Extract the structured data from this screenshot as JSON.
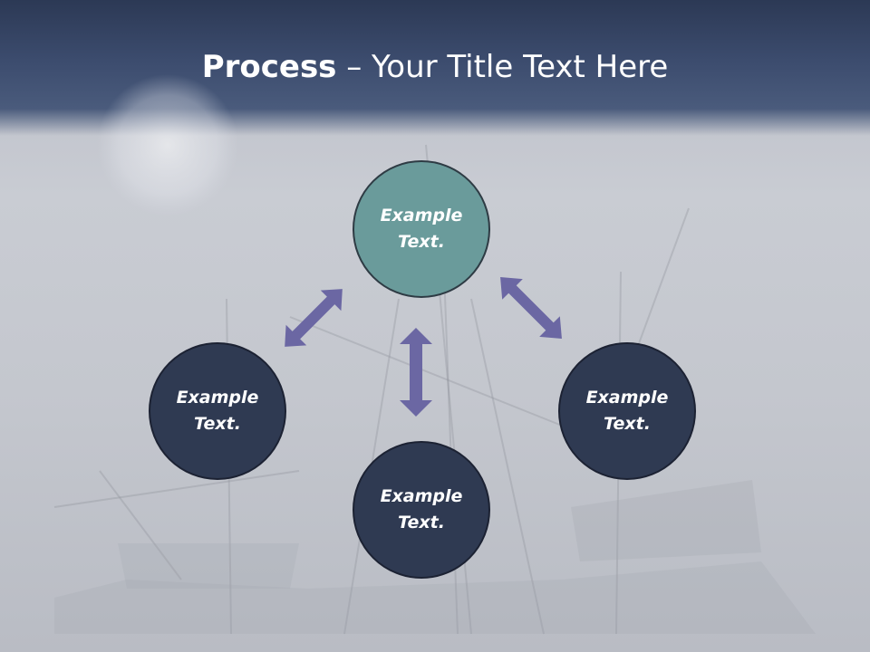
{
  "slide": {
    "title_bold": "Process",
    "title_rest": " – Your Title Text Here"
  },
  "diagram": {
    "nodes": [
      {
        "id": "top",
        "text": "Example Text.",
        "color": "#6a9b9b"
      },
      {
        "id": "left",
        "text": "Example Text.",
        "color": "#2f3a52"
      },
      {
        "id": "bottom",
        "text": "Example Text.",
        "color": "#2f3a52"
      },
      {
        "id": "right",
        "text": "Example Text.",
        "color": "#2f3a52"
      }
    ],
    "connectors": [
      {
        "from": "top",
        "to": "left",
        "type": "double-arrow"
      },
      {
        "from": "top",
        "to": "bottom",
        "type": "double-arrow"
      },
      {
        "from": "top",
        "to": "right",
        "type": "double-arrow"
      }
    ],
    "arrow_color": "#6b67a3"
  }
}
